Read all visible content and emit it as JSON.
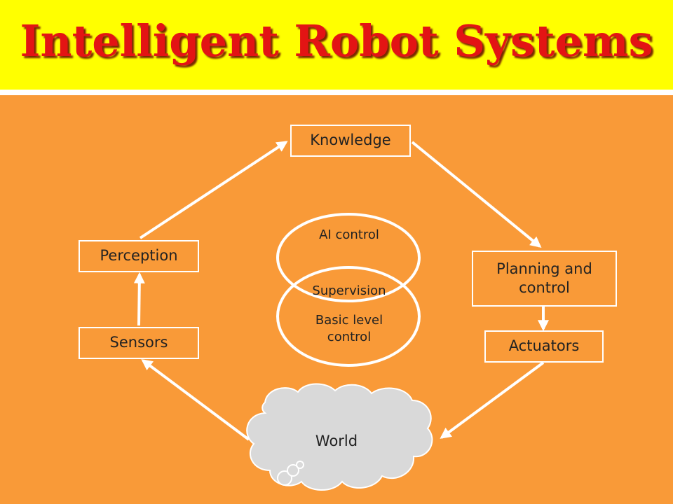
{
  "title": "Intelligent Robot Systems",
  "nodes": {
    "knowledge": "Knowledge",
    "perception": "Perception",
    "sensors": "Sensors",
    "planning": "Planning and control",
    "actuators": "Actuators",
    "world": "World"
  },
  "venn": {
    "top": "AI control",
    "overlap": "Supervision",
    "bottom": "Basic level control"
  },
  "colors": {
    "title_bg": "#ffff00",
    "title_text": "#e31414",
    "background": "#f99a38",
    "lines": "#ffffff",
    "cloud": "#d9d9d9"
  }
}
